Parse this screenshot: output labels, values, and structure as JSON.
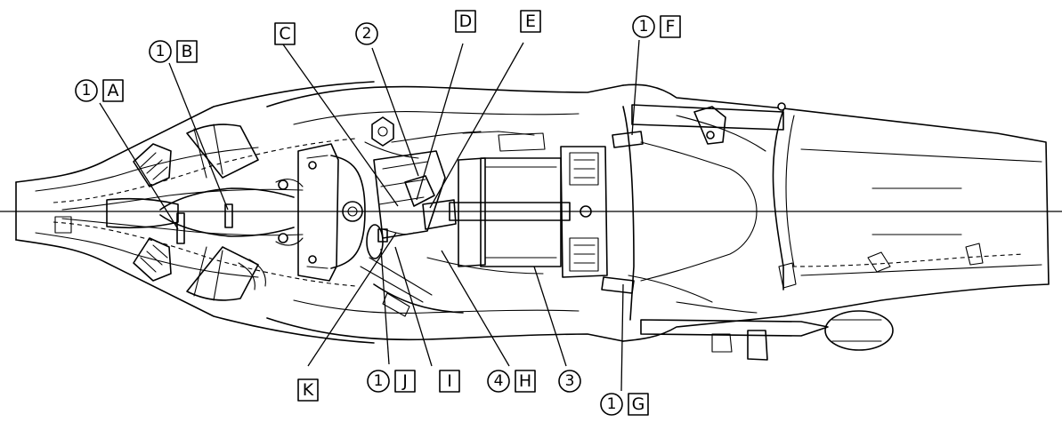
{
  "labels": {
    "A": {
      "num": "1",
      "letter": "A"
    },
    "B": {
      "num": "1",
      "letter": "B"
    },
    "C": {
      "num": "",
      "letter": "C"
    },
    "two": {
      "num": "2",
      "letter": ""
    },
    "D": {
      "num": "",
      "letter": "D"
    },
    "E": {
      "num": "",
      "letter": "E"
    },
    "F": {
      "num": "1",
      "letter": "F"
    },
    "K": {
      "num": "",
      "letter": "K"
    },
    "J": {
      "num": "1",
      "letter": "J"
    },
    "I": {
      "num": "",
      "letter": "I"
    },
    "H": {
      "num": "4",
      "letter": "H"
    },
    "three": {
      "num": "3",
      "letter": ""
    },
    "G": {
      "num": "1",
      "letter": "G"
    }
  }
}
